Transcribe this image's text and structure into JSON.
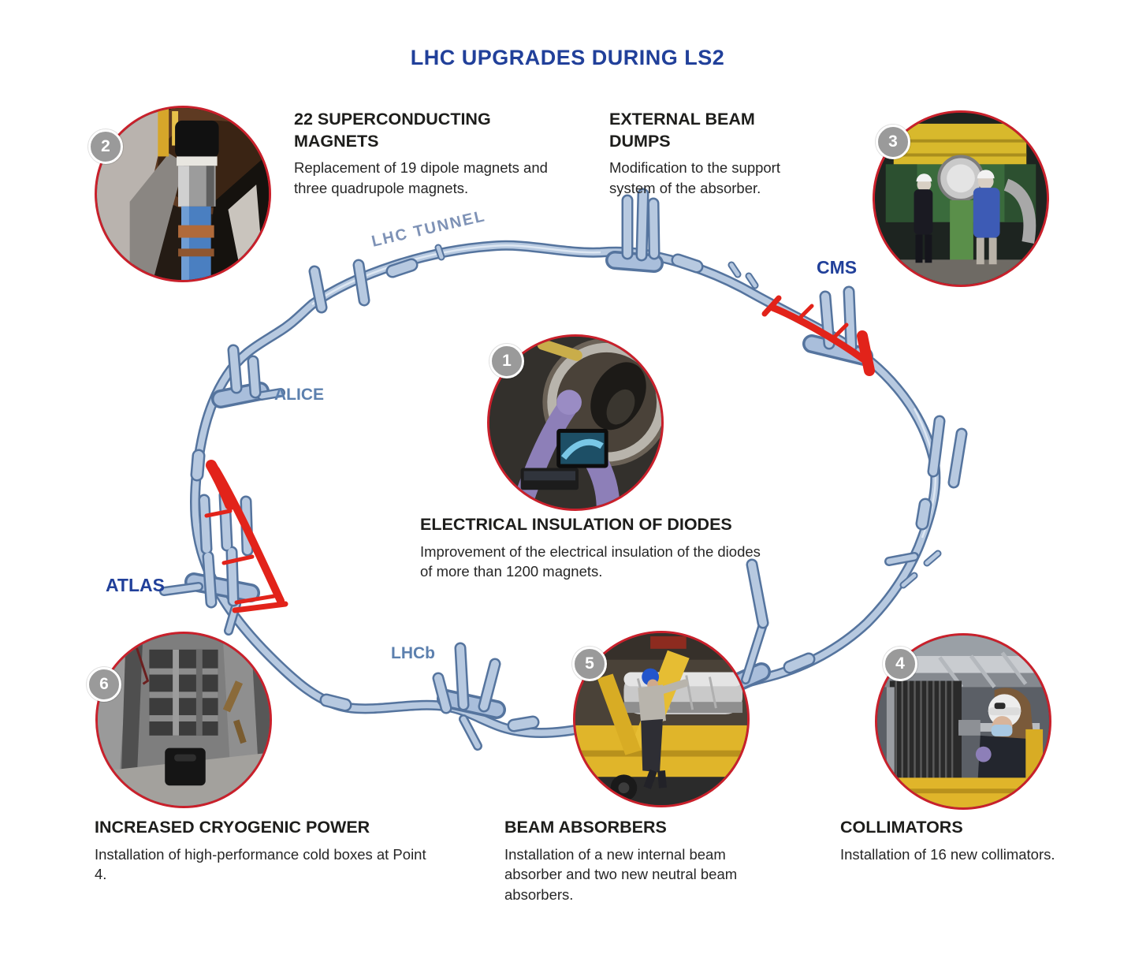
{
  "title": "LHC UPGRADES DURING LS2",
  "ring_labels": {
    "tunnel": "LHC TUNNEL",
    "cms": "CMS",
    "alice": "ALICE",
    "atlas": "ATLAS",
    "lhcb": "LHCb"
  },
  "sections": {
    "magnets": {
      "heading": "22 SUPERCONDUCTING MAGNETS",
      "body": "Replacement of 19 dipole magnets and three quadrupole magnets."
    },
    "beam_dumps": {
      "heading": "EXTERNAL BEAM DUMPS",
      "body": "Modification to the support system of the absorber."
    },
    "diodes": {
      "heading": "ELECTRICAL INSULATION OF DIODES",
      "body": "Improvement of the electrical insulation of the diodes of more than 1200 magnets."
    },
    "cryogenic": {
      "heading": "INCREASED CRYOGENIC POWER",
      "body": "Installation of high-performance cold boxes at Point 4."
    },
    "absorbers": {
      "heading": "BEAM ABSORBERS",
      "body": "Installation of a new internal beam absorber and two new neutral beam absorbers."
    },
    "collimators": {
      "heading": "COLLIMATORS",
      "body": "Installation of 16 new collimators."
    }
  },
  "photos": {
    "diodes": {
      "number": "1",
      "alt": "technician-with-tablet-working-on-magnet-diode"
    },
    "magnets": {
      "number": "2",
      "alt": "superconducting-magnet-in-tunnel"
    },
    "beam_dumps": {
      "number": "3",
      "alt": "workers-at-external-beam-dump"
    },
    "collimators": {
      "number": "4",
      "alt": "technician-installing-collimator"
    },
    "absorbers": {
      "number": "5",
      "alt": "worker-moving-beam-absorber-on-yellow-transporter"
    },
    "cryogenic": {
      "number": "6",
      "alt": "cryogenic-cold-box-installation"
    }
  },
  "colors": {
    "title_blue": "#21409a",
    "detector_label_blue": "#21409a",
    "detector_label_gray_blue": "#5c80ae",
    "tunnel_label": "#7e92b6",
    "ring_red": "#e2231a",
    "tube_light": "#b7c9e0",
    "tube_dark": "#55749e",
    "photo_border_red": "#c9202b",
    "badge_gray": "#9a9a9a",
    "heading_text": "#1d1d1b"
  }
}
